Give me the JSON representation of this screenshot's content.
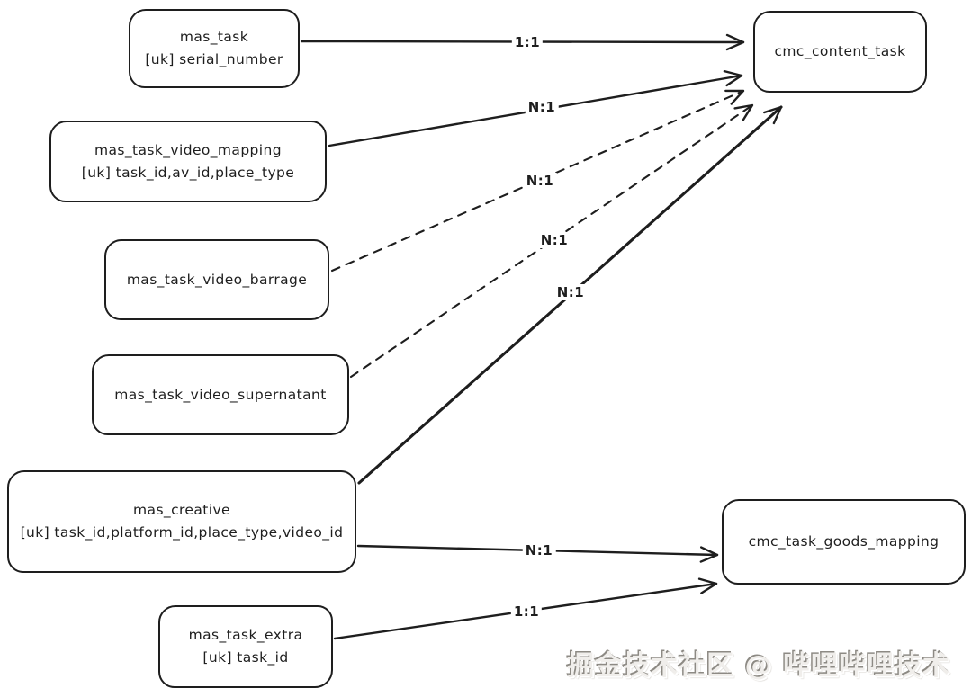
{
  "colors": {
    "stroke": "#1e1e1e",
    "background": "#ffffff",
    "watermark_fill": "#f0eeeb",
    "watermark_shadow": "#8d8a84"
  },
  "watermark": "掘金技术社区 @ 哔哩哔哩技术",
  "diagram": {
    "nodes": [
      {
        "id": "mas_task",
        "lines": [
          "mas_task",
          "[uk] serial_number"
        ]
      },
      {
        "id": "mas_task_video_mapping",
        "lines": [
          "mas_task_video_mapping",
          "[uk] task_id,av_id,place_type"
        ]
      },
      {
        "id": "mas_task_video_barrage",
        "lines": [
          "mas_task_video_barrage"
        ]
      },
      {
        "id": "mas_task_video_supernatant",
        "lines": [
          "mas_task_video_supernatant"
        ]
      },
      {
        "id": "mas_creative",
        "lines": [
          "mas_creative",
          "[uk] task_id,platform_id,place_type,video_id"
        ]
      },
      {
        "id": "mas_task_extra",
        "lines": [
          "mas_task_extra",
          "[uk] task_id"
        ]
      },
      {
        "id": "cmc_content_task",
        "lines": [
          "cmc_content_task"
        ]
      },
      {
        "id": "cmc_task_goods_mapping",
        "lines": [
          "cmc_task_goods_mapping"
        ]
      }
    ],
    "edges": [
      {
        "from": "mas_task",
        "to": "cmc_content_task",
        "label": "1:1",
        "style": "solid"
      },
      {
        "from": "mas_task_video_mapping",
        "to": "cmc_content_task",
        "label": "N:1",
        "style": "solid"
      },
      {
        "from": "mas_task_video_barrage",
        "to": "cmc_content_task",
        "label": "N:1",
        "style": "dashed"
      },
      {
        "from": "mas_task_video_supernatant",
        "to": "cmc_content_task",
        "label": "N:1",
        "style": "dashed"
      },
      {
        "from": "mas_creative",
        "to": "cmc_content_task",
        "label": "N:1",
        "style": "solid"
      },
      {
        "from": "mas_creative",
        "to": "cmc_task_goods_mapping",
        "label": "N:1",
        "style": "solid"
      },
      {
        "from": "mas_task_extra",
        "to": "cmc_task_goods_mapping",
        "label": "1:1",
        "style": "solid"
      }
    ]
  }
}
